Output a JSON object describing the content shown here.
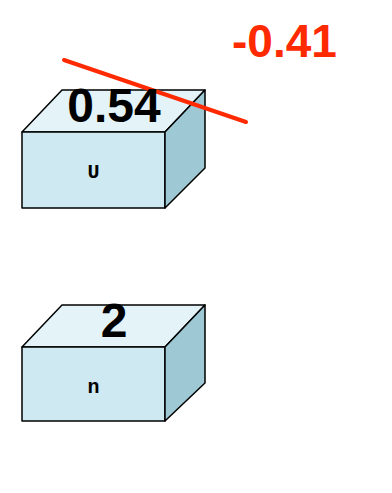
{
  "diagram": {
    "nodes": [
      {
        "text": [
          "0.54",
          "U"
        ]
      },
      {
        "text": [
          "2",
          "n"
        ]
      }
    ],
    "labels": [
      "-0.41"
    ]
  }
}
